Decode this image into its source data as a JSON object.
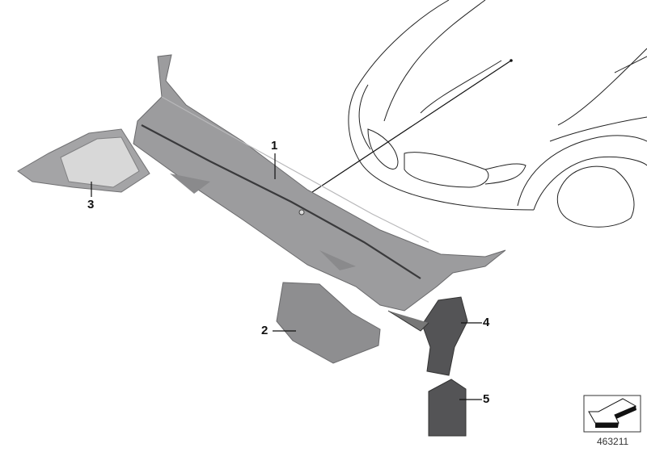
{
  "diagram": {
    "callouts": [
      {
        "id": "1",
        "part": "cowl-panel"
      },
      {
        "id": "2",
        "part": "side-cover"
      },
      {
        "id": "3",
        "part": "mesh-cover"
      },
      {
        "id": "4",
        "part": "water-drain-duct"
      },
      {
        "id": "5",
        "part": "drain-extension"
      }
    ],
    "diagram_number": "463211",
    "colors": {
      "part_fill": "#9c9c9e",
      "part_dark": "#5a5a5c",
      "outline": "#222222"
    }
  }
}
